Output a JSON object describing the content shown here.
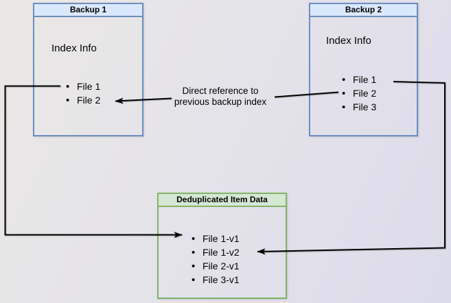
{
  "diagram": {
    "backup1": {
      "title": "Backup 1",
      "index_label": "Index Info",
      "files": [
        "File 1",
        "File 2"
      ]
    },
    "backup2": {
      "title": "Backup 2",
      "index_label": "Index Info",
      "files": [
        "File 1",
        "File 2",
        "File 3"
      ]
    },
    "dedup": {
      "title": "Deduplicated Item Data",
      "files": [
        "File 1-v1",
        "File 1-v2",
        "File 2-v1",
        "File 3-v1"
      ]
    },
    "annotation": {
      "line1": "Direct reference to",
      "line2": "previous backup index"
    },
    "colors": {
      "backup_header_fill": "#dae8fc",
      "backup_border": "#6c8ebf",
      "dedup_header_fill": "#d5e8d4",
      "dedup_border": "#82b366",
      "connector": "#000000"
    }
  }
}
